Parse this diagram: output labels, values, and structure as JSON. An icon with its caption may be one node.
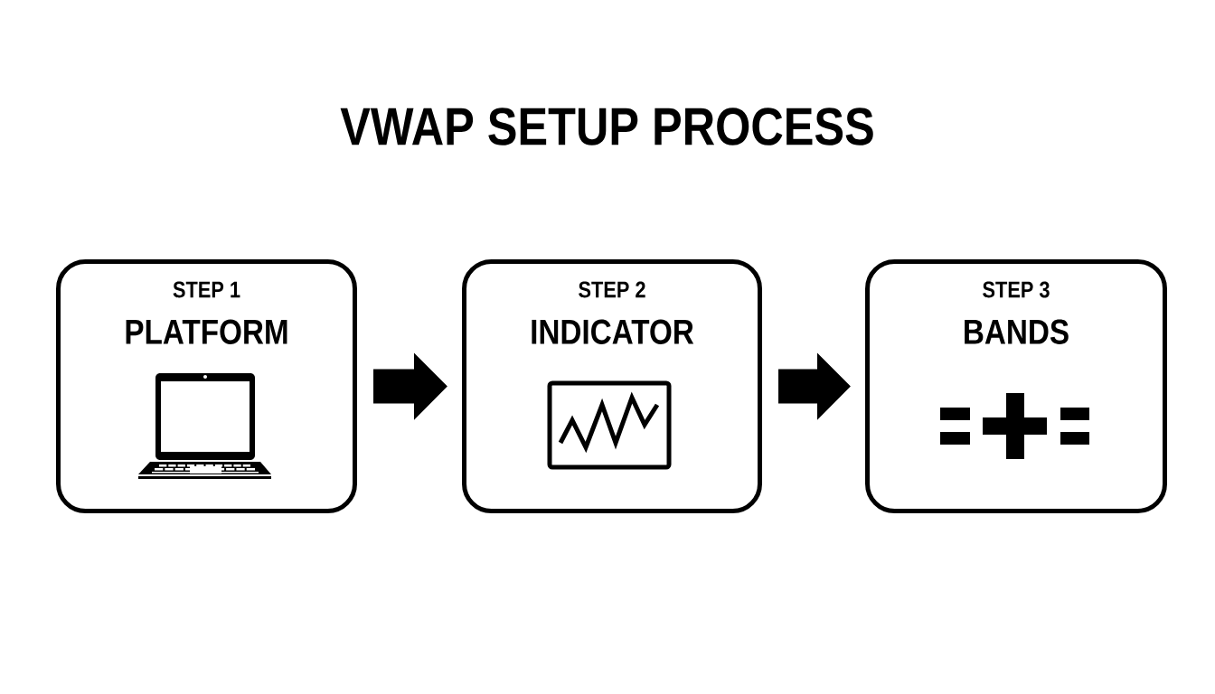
{
  "diagram": {
    "title": "VWAP SETUP PROCESS",
    "nodes": [
      {
        "text": [
          "STEP 1",
          "PLATFORM"
        ]
      },
      {
        "text": [
          "STEP 2",
          "INDICATOR"
        ]
      },
      {
        "text": [
          "STEP 3",
          "BANDS"
        ]
      }
    ],
    "edges": [
      {
        "from": 0,
        "to": 1,
        "arrow": "to"
      },
      {
        "from": 1,
        "to": 2,
        "arrow": "to"
      }
    ]
  }
}
